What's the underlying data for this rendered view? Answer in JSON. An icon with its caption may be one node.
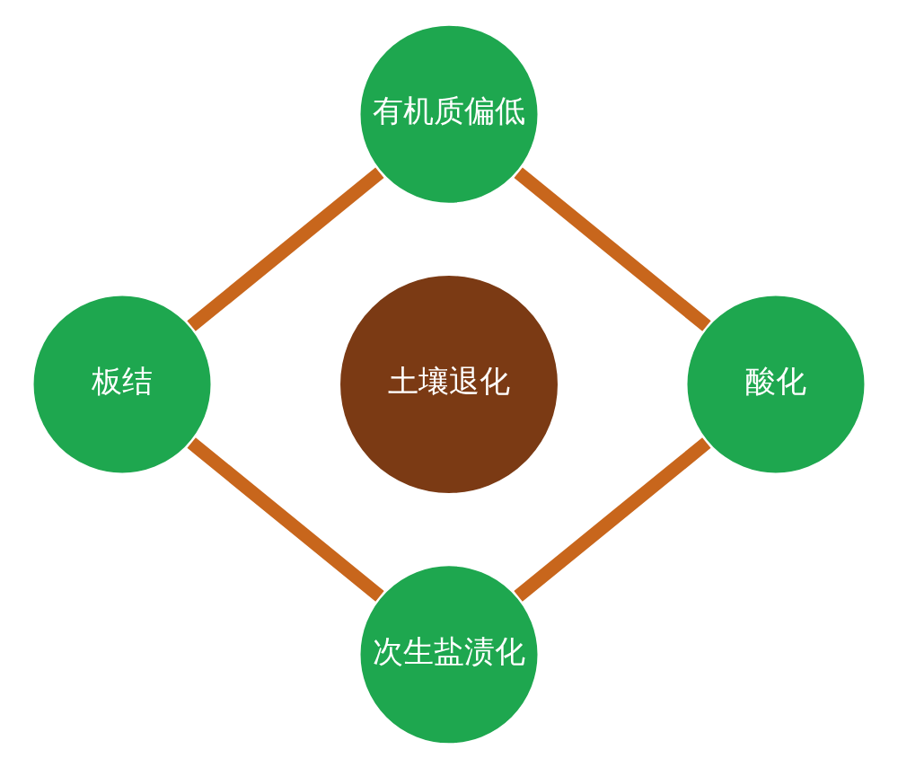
{
  "diagram": {
    "nodes": [
      {
        "text": [
          "有机质偏低"
        ]
      },
      {
        "text": [
          "板结"
        ]
      },
      {
        "text": [
          "土壤退化"
        ]
      },
      {
        "text": [
          "酸化"
        ]
      },
      {
        "text": [
          "次生盐渍化"
        ]
      }
    ],
    "edges": [
      {
        "from": 0,
        "to": 1,
        "arrow": "none"
      },
      {
        "from": 0,
        "to": 3,
        "arrow": "none"
      },
      {
        "from": 1,
        "to": 4,
        "arrow": "none"
      },
      {
        "from": 3,
        "to": 4,
        "arrow": "none"
      }
    ]
  }
}
